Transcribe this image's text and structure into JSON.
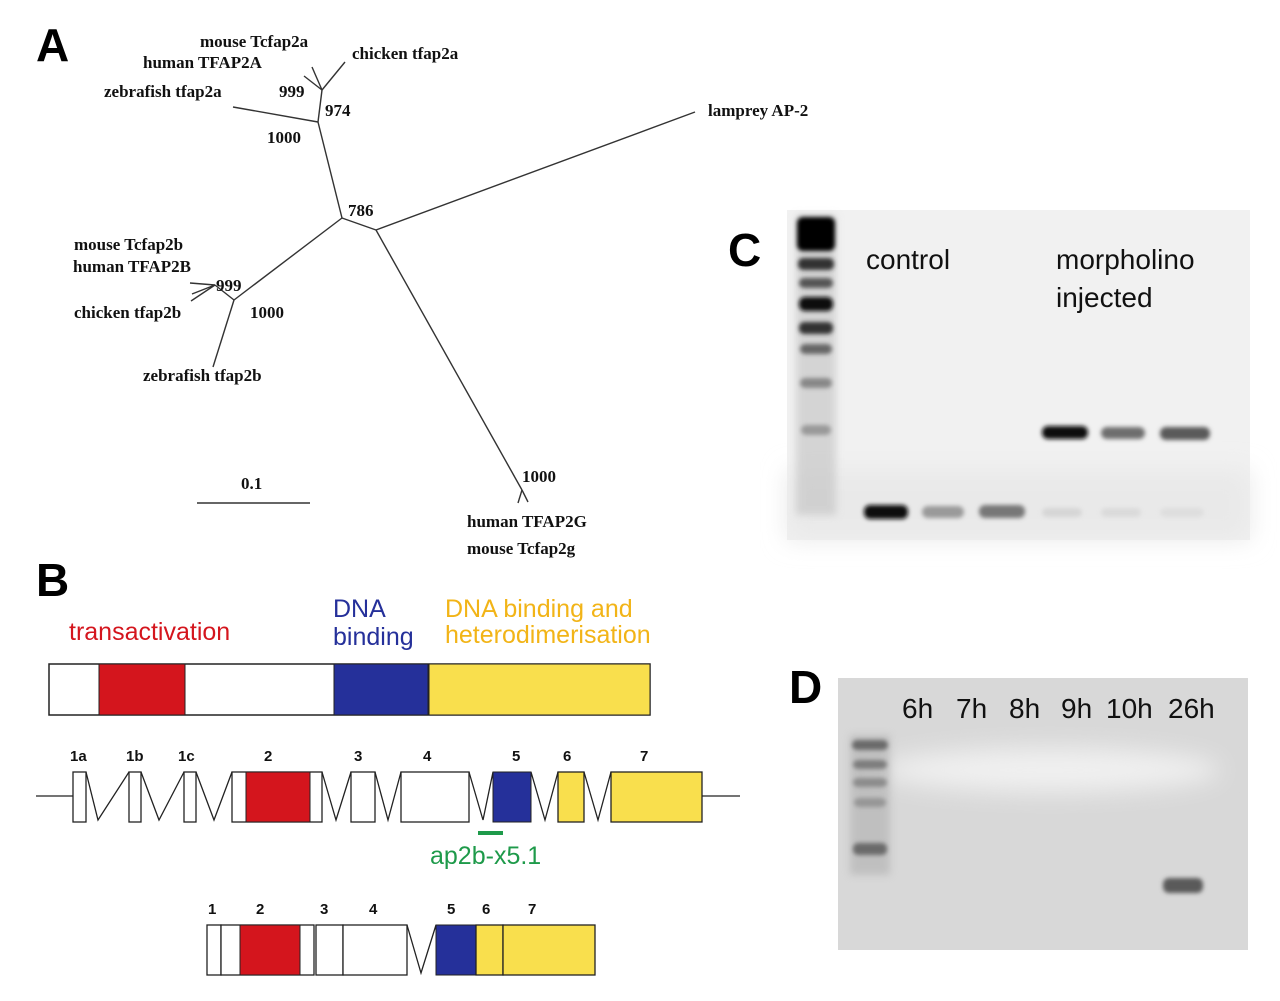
{
  "panels": {
    "a": "A",
    "b": "B",
    "c": "C",
    "d": "D"
  },
  "tree": {
    "taxa": {
      "mouse_tcfap2a": "mouse Tcfap2a",
      "human_tfap2a": "human TFAP2A",
      "chicken_tfap2a": "chicken tfap2a",
      "zebrafish_tfap2a": "zebrafish tfap2a",
      "lamprey_ap2": "lamprey AP-2",
      "mouse_tcfap2b": "mouse Tcfap2b",
      "human_tfap2b": "human TFAP2B",
      "chicken_tfap2b": "chicken tfap2b",
      "zebrafish_tfap2b": "zebrafish tfap2b",
      "human_tfap2g": "human TFAP2G",
      "mouse_tcfap2g": "mouse Tcfap2g"
    },
    "bootstrap": {
      "b999a": "999",
      "b974": "974",
      "b1000a": "1000",
      "b786": "786",
      "b999b": "999",
      "b1000b": "1000",
      "b1000g": "1000"
    },
    "scale_label": "0.1"
  },
  "domains": {
    "transactivation": "transactivation",
    "dna_binding_1": "DNA",
    "dna_binding_2": "binding",
    "hetero_1": "DNA binding and",
    "hetero_2": "heterodimerisation",
    "colors": {
      "transactivation": "#d4151d",
      "dna_binding": "#25309a",
      "heterodimerisation": "#f6c92b",
      "morpholino": "#1e9a4a"
    }
  },
  "gene": {
    "exons": [
      "1a",
      "1b",
      "1c",
      "2",
      "3",
      "4",
      "5",
      "6",
      "7"
    ],
    "morpholino_label": "ap2b-x5.1",
    "transcript_exons": [
      "1",
      "2",
      "3",
      "4",
      "5",
      "6",
      "7"
    ]
  },
  "gel_c": {
    "control_label": "control",
    "morpholino_label_1": "morpholino",
    "morpholino_label_2": "injected"
  },
  "gel_d": {
    "timepoints": [
      "6h",
      "7h",
      "8h",
      "9h",
      "10h",
      "26h"
    ]
  }
}
